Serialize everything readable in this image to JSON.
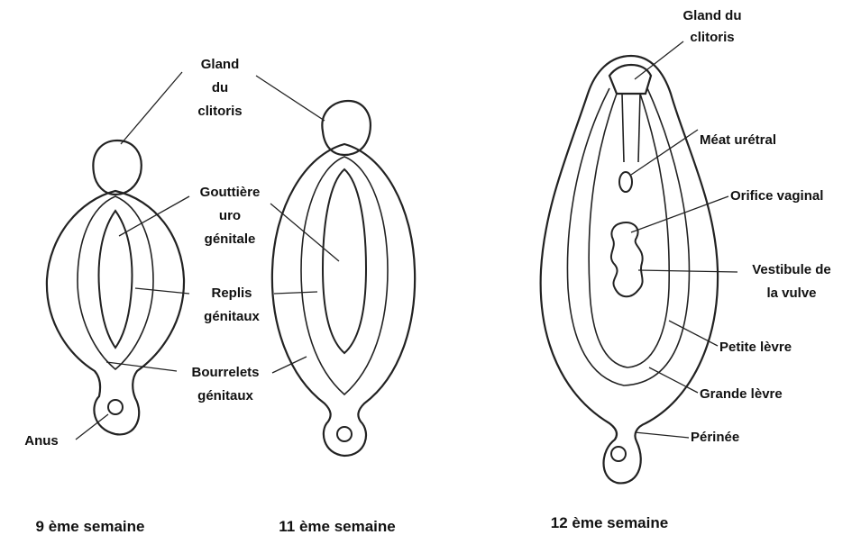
{
  "stages": [
    {
      "caption": "9 ème semaine",
      "labels": {
        "gland_line1": "Gland",
        "gland_line2": "du",
        "gland_line3": "clitoris",
        "gouttiere_line1": "Gouttière",
        "gouttiere_line2": "uro",
        "gouttiere_line3": "génitale",
        "replis_line1": "Replis",
        "replis_line2": "génitaux",
        "bourrelets_line1": "Bourrelets",
        "bourrelets_line2": "génitaux",
        "anus": "Anus"
      }
    },
    {
      "caption": "11 ème semaine"
    },
    {
      "caption": "12 ème semaine",
      "labels": {
        "gland_line1": "Gland du",
        "gland_line2": "clitoris",
        "meat": "Méat urétral",
        "orifice": "Orifice vaginal",
        "vestibule_line1": "Vestibule de",
        "vestibule_line2": "la vulve",
        "petite": "Petite lèvre",
        "grande": "Grande lèvre",
        "perinee": "Périnée"
      }
    }
  ],
  "colors": {
    "stipple_dark": "#222222",
    "stipple_red": "#c0392b",
    "fill": "#f4f0ec"
  }
}
